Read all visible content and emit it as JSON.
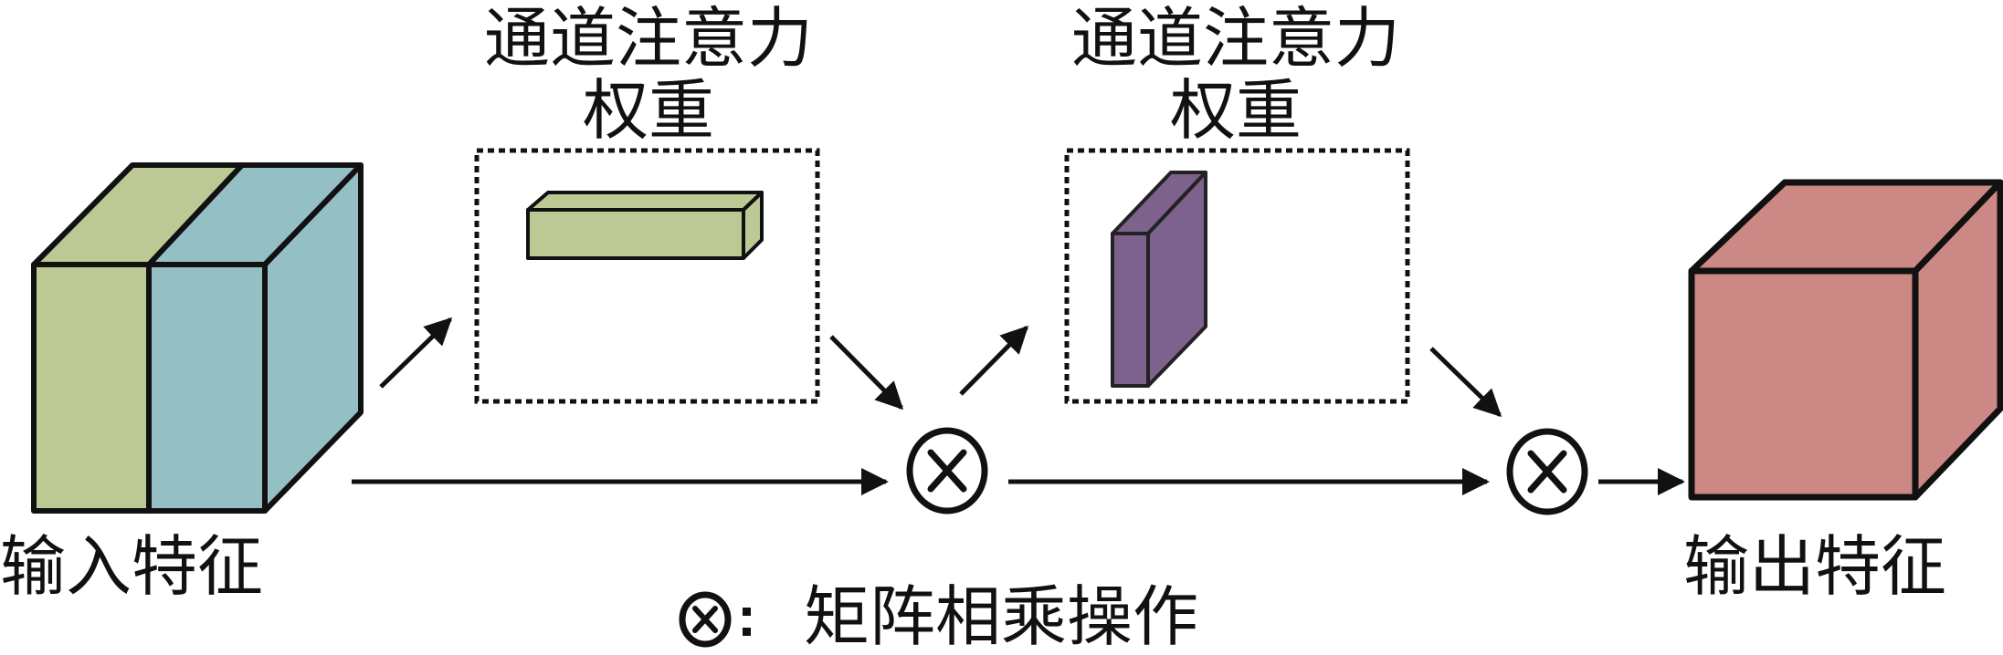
{
  "title": "Channel attention weighting diagram",
  "labels": {
    "input": "输入特征",
    "output": "输出特征",
    "weight1_line1": "通道注意力",
    "weight1_line2": "权重",
    "weight2_line1": "通道注意力",
    "weight2_line2": "权重",
    "legend_symbol": "⊗",
    "legend_sep": ":",
    "legend_text": "矩阵相乘操作"
  },
  "colors": {
    "input_green": "#bcc994",
    "input_blue": "#94c0c5",
    "channel_weight_green": "#bcc994",
    "spatial_weight_purple": "#7d628d",
    "output_red": "#cc8884",
    "stroke": "#111111"
  },
  "nodes": [
    {
      "id": "input-feature",
      "kind": "cube"
    },
    {
      "id": "channel-attention-weight-1",
      "kind": "bar-horizontal"
    },
    {
      "id": "multiply-1",
      "kind": "otimes"
    },
    {
      "id": "channel-attention-weight-2",
      "kind": "slab-vertical"
    },
    {
      "id": "multiply-2",
      "kind": "otimes"
    },
    {
      "id": "output-feature",
      "kind": "cube"
    }
  ],
  "edges": [
    {
      "from": "input-feature",
      "to": "channel-attention-weight-1"
    },
    {
      "from": "channel-attention-weight-1",
      "to": "multiply-1"
    },
    {
      "from": "input-feature",
      "to": "multiply-1"
    },
    {
      "from": "multiply-1",
      "to": "channel-attention-weight-2"
    },
    {
      "from": "channel-attention-weight-2",
      "to": "multiply-2"
    },
    {
      "from": "multiply-1",
      "to": "multiply-2"
    },
    {
      "from": "multiply-2",
      "to": "output-feature"
    }
  ]
}
